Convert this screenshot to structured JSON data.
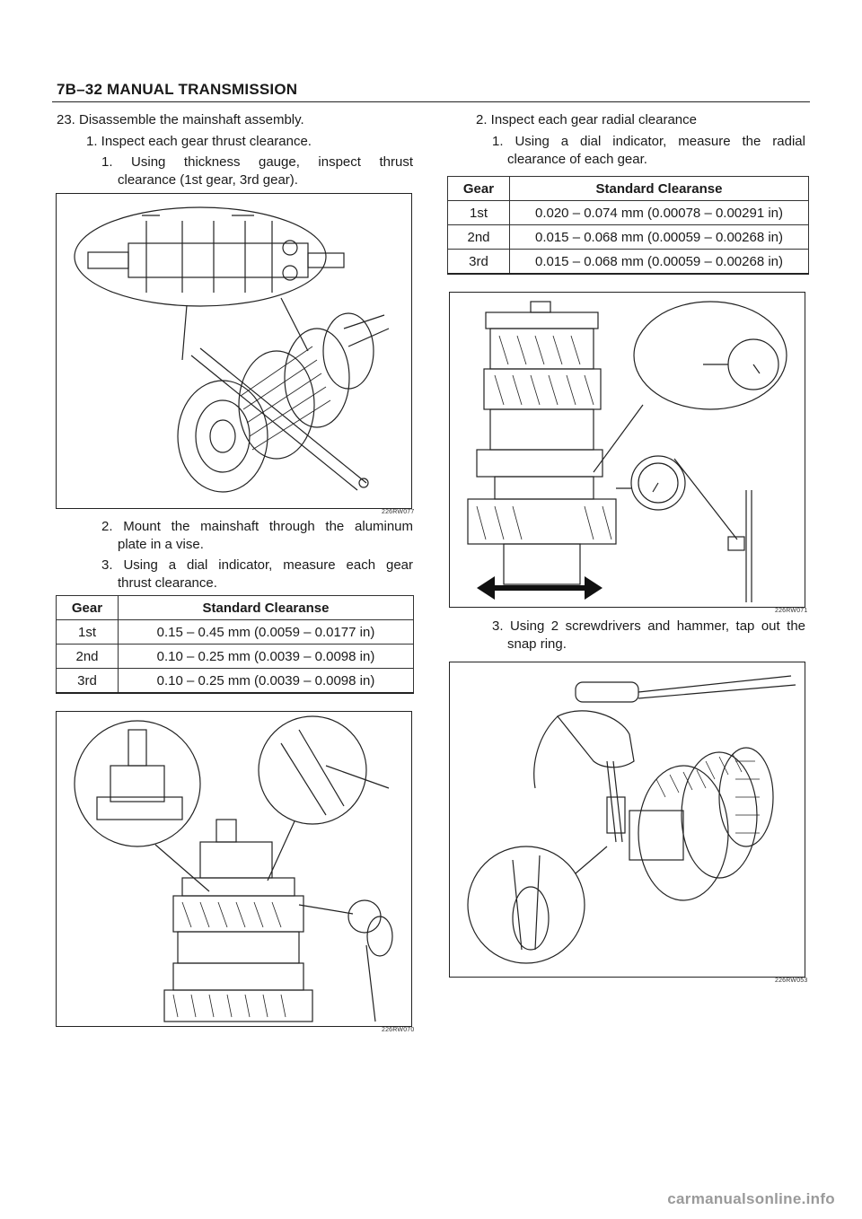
{
  "header": {
    "title": "7B–32  MANUAL TRANSMISSION"
  },
  "left": {
    "step23": "23. Disassemble the mainshaft assembly.",
    "sub1": "1.   Inspect each gear thrust clearance.",
    "sub1_1_line1": "1. Using   thickness   gauge,   inspect   thrust",
    "sub1_1_line2": "clearance (1st gear, 3rd gear).",
    "fig1_caption": "226RW077",
    "sub1_2_line1": "2. Mount the mainshaft through the aluminum",
    "sub1_2_line2": "plate in a vise.",
    "sub1_3_line1": "3. Using a dial indicator, measure each gear",
    "sub1_3_line2": "thrust clearance.",
    "table": {
      "headers": [
        "Gear",
        "Standard Clearanse"
      ],
      "rows": [
        [
          "1st",
          "0.15 – 0.45 mm (0.0059 – 0.0177 in)"
        ],
        [
          "2nd",
          "0.10 – 0.25 mm (0.0039 – 0.0098 in)"
        ],
        [
          "3rd",
          "0.10 – 0.25 mm (0.0039 – 0.0098 in)"
        ]
      ]
    },
    "fig2_caption": "226RW070"
  },
  "right": {
    "sub2": "2.   Inspect each gear radial clearance",
    "sub2_1_line1": "1. Using  a  dial  indicator,  measure  the  radial",
    "sub2_1_line2": "clearance of each gear.",
    "table": {
      "headers": [
        "Gear",
        "Standard Clearanse"
      ],
      "rows": [
        [
          "1st",
          "0.020 – 0.074 mm (0.00078 – 0.00291 in)"
        ],
        [
          "2nd",
          "0.015 – 0.068 mm (0.00059 – 0.00268 in)"
        ],
        [
          "3rd",
          "0.015 – 0.068 mm (0.00059 – 0.00268 in)"
        ]
      ]
    },
    "fig3_caption": "226RW071",
    "sub2_3_line1": "3. Using 2 screwdrivers and hammer, tap out the",
    "sub2_3_line2": "snap ring.",
    "fig4_caption": "226RW053"
  },
  "footer": {
    "brand": "carmanualsonline.info"
  }
}
